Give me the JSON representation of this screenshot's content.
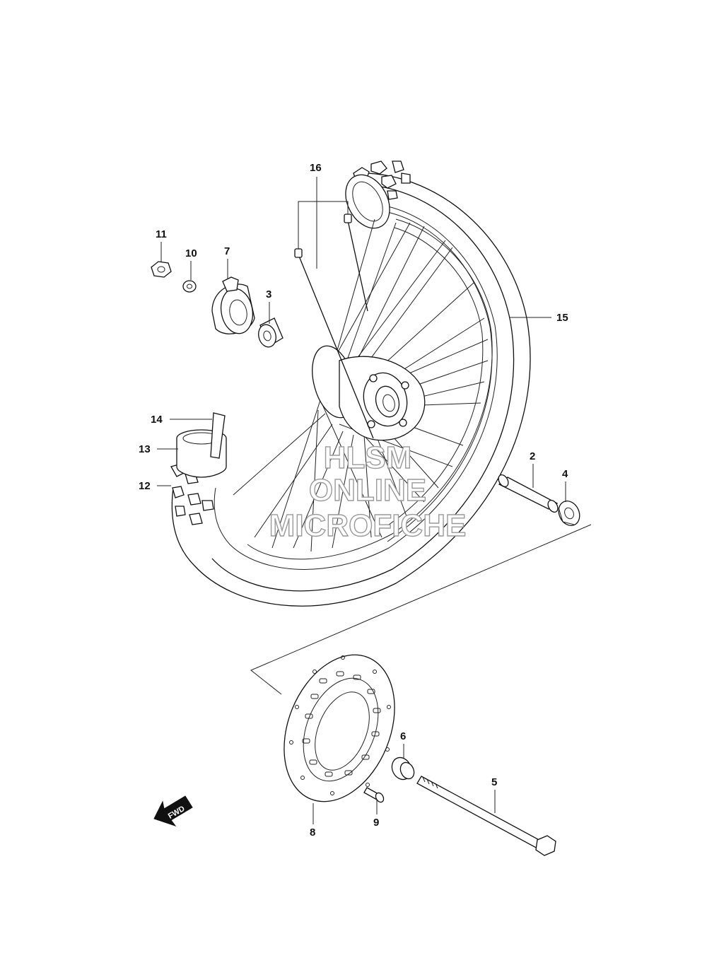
{
  "callouts": [
    {
      "id": "p2",
      "label": "2"
    },
    {
      "id": "p3",
      "label": "3"
    },
    {
      "id": "p4",
      "label": "4"
    },
    {
      "id": "p5",
      "label": "5"
    },
    {
      "id": "p6",
      "label": "6"
    },
    {
      "id": "p7",
      "label": "7"
    },
    {
      "id": "p8",
      "label": "8"
    },
    {
      "id": "p9",
      "label": "9"
    },
    {
      "id": "p10",
      "label": "10"
    },
    {
      "id": "p11",
      "label": "11"
    },
    {
      "id": "p12",
      "label": "12"
    },
    {
      "id": "p13",
      "label": "13"
    },
    {
      "id": "p14",
      "label": "14"
    },
    {
      "id": "p15",
      "label": "15"
    },
    {
      "id": "p16",
      "label": "16"
    }
  ],
  "watermark": {
    "line1": "HLSM",
    "line2": "ONLINE",
    "line3": "MICROFICHE"
  },
  "direction_marker": {
    "label": "FWD"
  }
}
